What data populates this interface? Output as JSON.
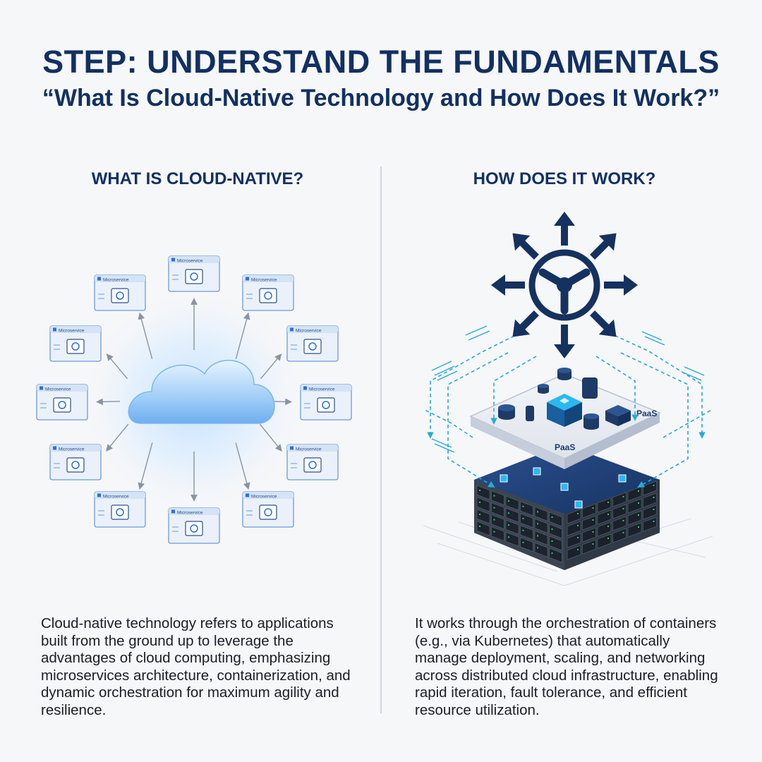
{
  "header": {
    "title": "STEP: UNDERSTAND THE FUNDAMENTALS",
    "subtitle": "“What Is Cloud-Native Technology and How Does It Work?”"
  },
  "left": {
    "heading": "WHAT IS CLOUD-NATIVE?",
    "card_label": "Microservice",
    "description": "Cloud-native technology refers to applications built from the ground up to leverage the advantages of cloud computing, emphasizing microservices architecture, containerization, and dynamic orchestration for maximum agility and resilience."
  },
  "right": {
    "heading": "HOW DOES IT WORK?",
    "paas_label_1": "PaaS",
    "paas_label_2": "PaaS",
    "description": "It works through the orchestration of containers (e.g., via Kubernetes) that automatically manage deployment, scaling, and networking across distributed cloud infrastructure, enabling rapid iteration, fault tolerance, and efficient resource utilization."
  },
  "colors": {
    "navy": "#123062",
    "accent_blue": "#2e6fd8",
    "cloud_blue": "#8fc2f5",
    "dashed_cyan": "#2aa9d6"
  }
}
